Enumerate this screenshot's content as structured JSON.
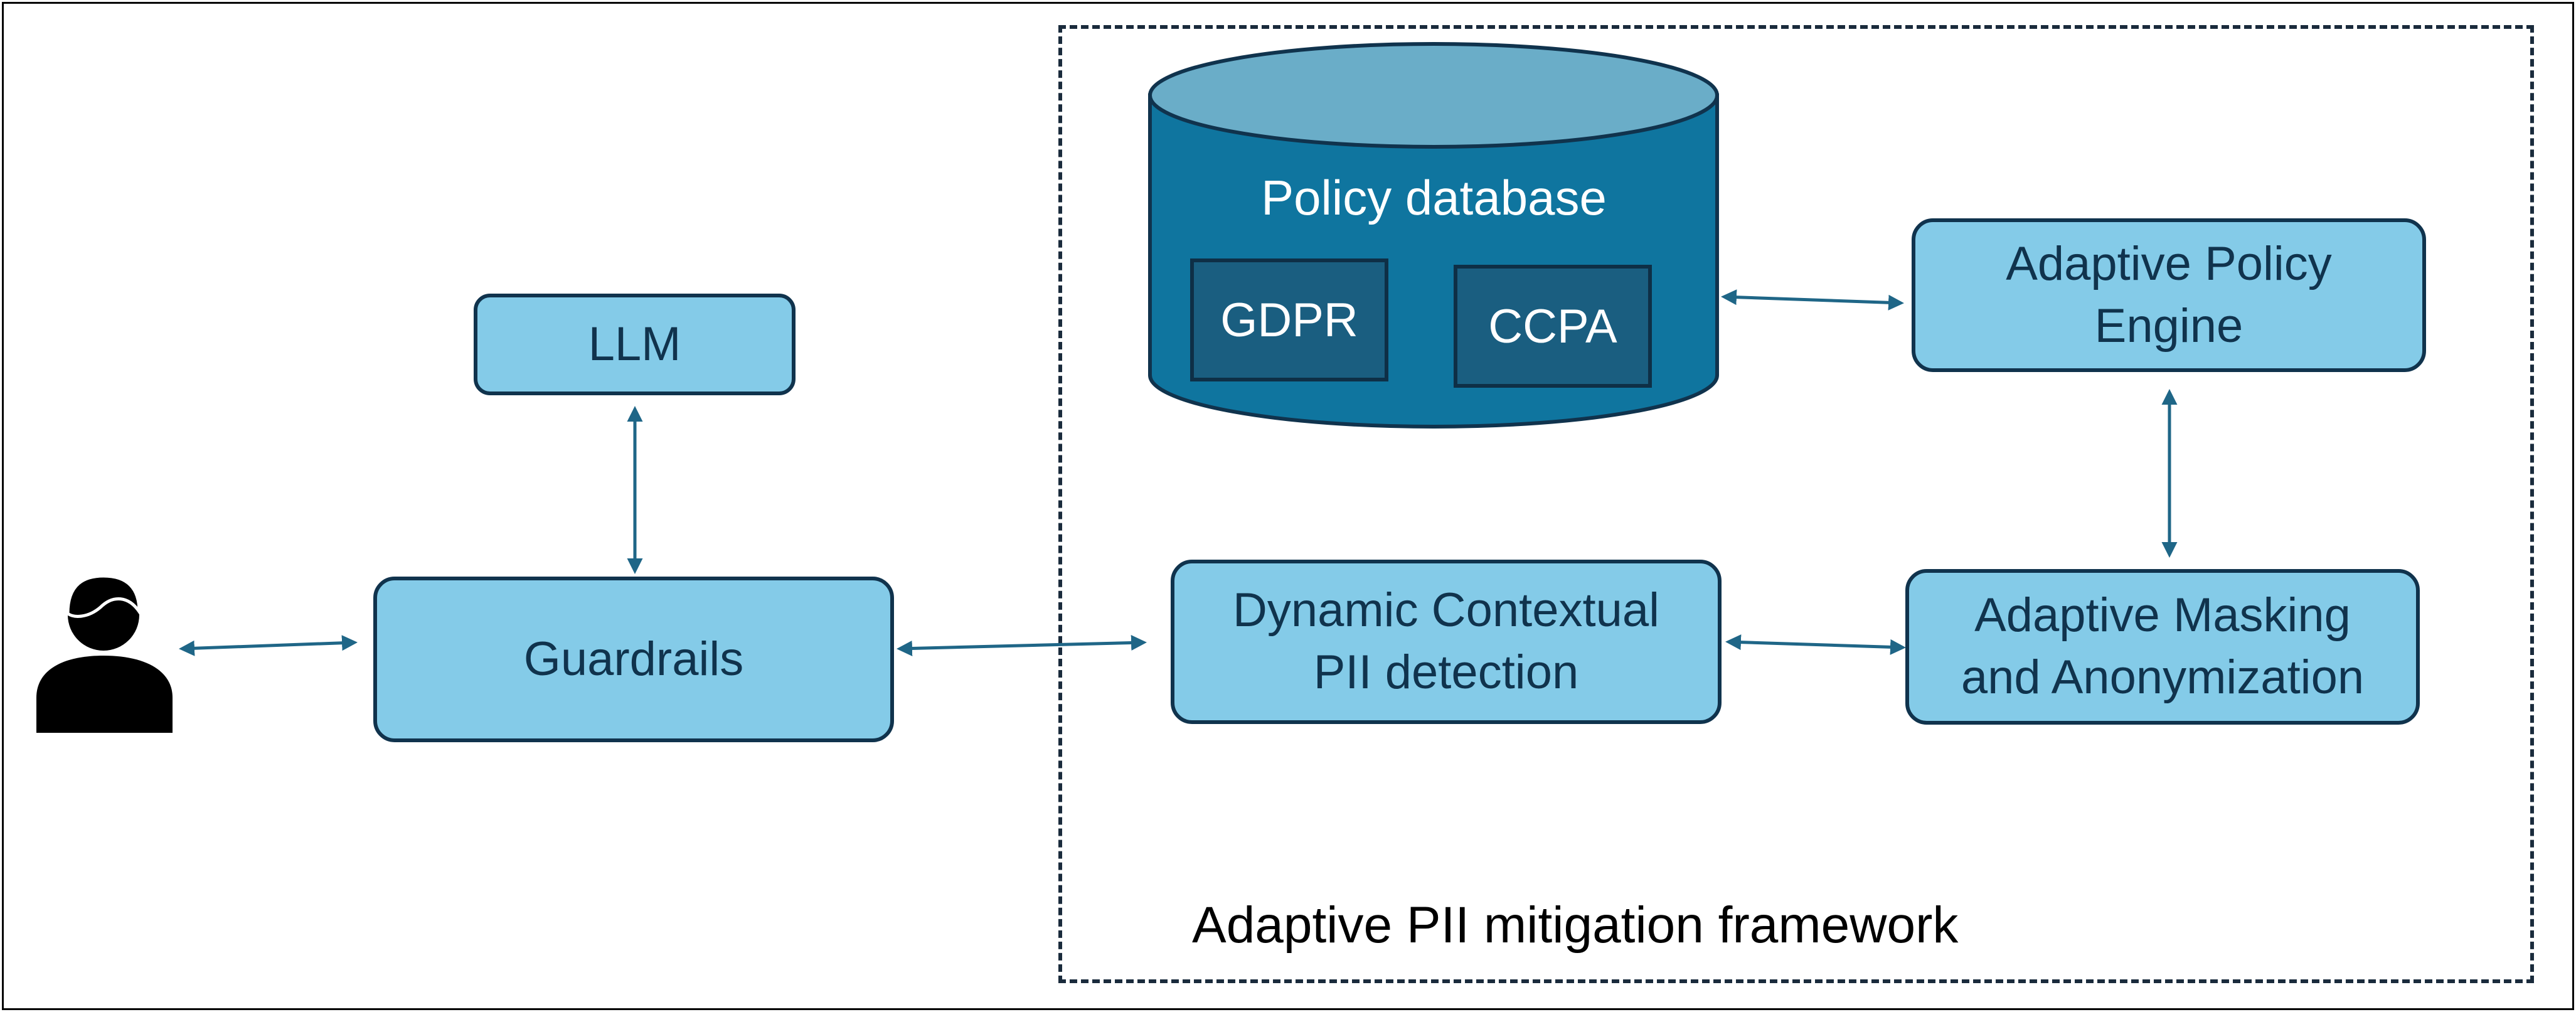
{
  "colors": {
    "box_fill": "#84cbe8",
    "box_border": "#10334d",
    "db_body": "#0f759f",
    "db_top": "#6aadc8",
    "db_chip": "#1a5e80",
    "arrow": "#1f6687",
    "user_icon": "#000000"
  },
  "nodes": {
    "llm": "LLM",
    "guardrails": "Guardrails",
    "detection": "Dynamic Contextual\nPII detection",
    "masking": "Adaptive Masking\nand Anonymization",
    "policy_engine": "Adaptive Policy\nEngine"
  },
  "database": {
    "title": "Policy database",
    "items": [
      "GDPR",
      "CCPA"
    ]
  },
  "framework_label": "Adaptive PII mitigation framework",
  "icons": {
    "user": "user-icon"
  }
}
